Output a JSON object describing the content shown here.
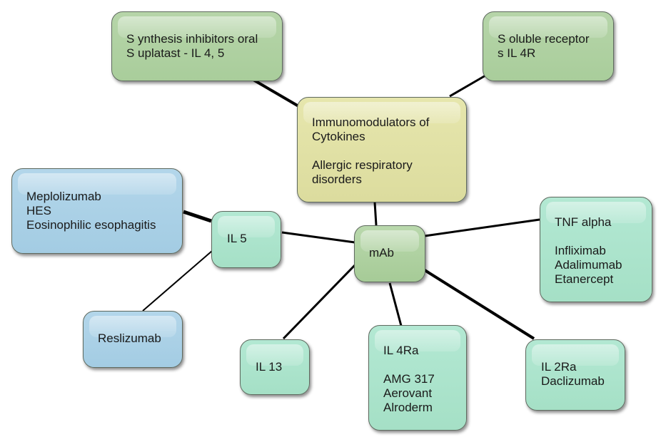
{
  "diagram": {
    "center": {
      "id": "center",
      "text": "Immunomodulators of\nCytokines\n\nAllergic respiratory\ndisorders",
      "color": "#dede a0"
    },
    "nodes": [
      {
        "id": "synthesis",
        "text": "S ynthesis inhibitors oral\nS uplatast - IL 4, 5"
      },
      {
        "id": "soluble",
        "text": "S oluble receptor\ns IL 4R"
      },
      {
        "id": "center",
        "text": "Immunomodulators of\nCytokines\n\nAllergic respiratory\ndisorders"
      },
      {
        "id": "meplolizumab",
        "text": "Meplolizumab\nHES\nEosinophilic esophagitis"
      },
      {
        "id": "il5",
        "text": "IL 5"
      },
      {
        "id": "mab",
        "text": "mAb"
      },
      {
        "id": "tnf",
        "text": "TNF alpha\n\nInfliximab\nAdalimumab\nEtanercept"
      },
      {
        "id": "reslizumab",
        "text": "Reslizumab"
      },
      {
        "id": "il13",
        "text": "IL 13"
      },
      {
        "id": "il4ra",
        "text": "IL 4Ra\n\nAMG 317\nAerovant\nAlroderm"
      },
      {
        "id": "il2ra",
        "text": "IL 2Ra\nDaclizumab"
      }
    ],
    "links": [
      [
        "center",
        "synthesis"
      ],
      [
        "center",
        "soluble"
      ],
      [
        "center",
        "mab"
      ],
      [
        "mab",
        "il5"
      ],
      [
        "il5",
        "meplolizumab"
      ],
      [
        "il5",
        "reslizumab"
      ],
      [
        "mab",
        "tnf"
      ],
      [
        "mab",
        "il13"
      ],
      [
        "mab",
        "il4ra"
      ],
      [
        "mab",
        "il2ra"
      ]
    ],
    "colors": {
      "green": "#aecf a0",
      "yellow": "#e0e0a4",
      "blue": "#a8cfe6",
      "mint": "#a9e3ca",
      "connector": "#000000"
    }
  }
}
